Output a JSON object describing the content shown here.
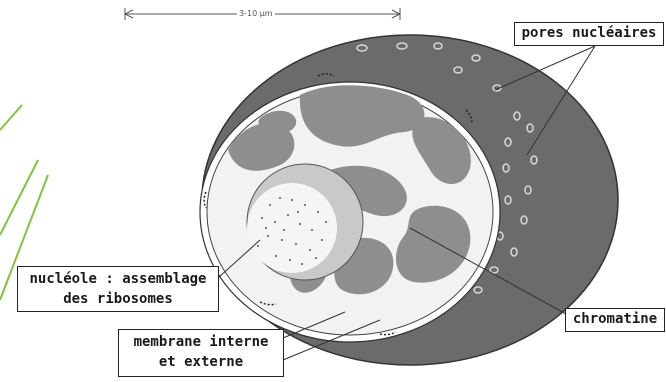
{
  "scale": {
    "text": "3-10 µm"
  },
  "labels": {
    "pores": "pores nucléaires",
    "nucleole_line1": "nucléole : assemblage",
    "nucleole_line2": "des ribosomes",
    "membrane_line1": "membrane interne",
    "membrane_line2": "et externe",
    "chromatine": "chromatine"
  },
  "colors": {
    "slide_green": "#7fc43d",
    "outer_membrane": "#666666",
    "chromatin": "#8e8e8e",
    "nucleoplasm": "#f2f2f2"
  }
}
